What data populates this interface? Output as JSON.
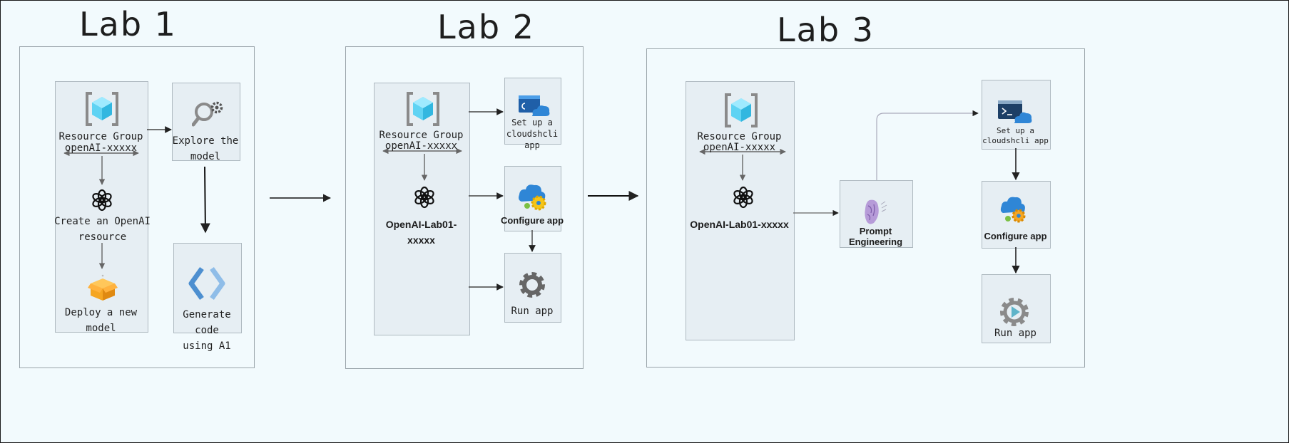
{
  "labs": [
    {
      "title": "Lab 1",
      "resource_group": {
        "label": "Resource Group",
        "name": "openAI-xxxxx"
      },
      "create": "Create an OpenAI\nresource",
      "deploy": "Deploy a new\nmodel",
      "explore": "Explore the\nmodel",
      "generate": "Generate code\nusing A1"
    },
    {
      "title": "Lab 2",
      "resource_group": {
        "label": "Resource Group",
        "name": "openAI-xxxxx"
      },
      "openai_name": "OpenAI-Lab01-xxxxx",
      "setup": "Set up a\ncloudshcli app",
      "configure": "Configure app",
      "run": "Run app"
    },
    {
      "title": "Lab 3",
      "resource_group": {
        "label": "Resource Group",
        "name": "openAI-xxxxx"
      },
      "openai_name": "OpenAI-Lab01-xxxxx",
      "prompt": "Prompt\nEngineering",
      "setup": "Set up a\ncloudshcli app",
      "configure": "Configure app",
      "run": "Run app"
    }
  ],
  "icons": {
    "resource_group": "resource-group-icon",
    "openai": "openai-logo-icon",
    "deploy": "package-box-icon",
    "explore": "magnifier-gear-icon",
    "code": "code-brackets-icon",
    "cloud_shell": "cloud-shell-icon",
    "configure": "cloud-gear-icon",
    "run": "gear-icon",
    "prompt": "prompt-engineering-icon"
  },
  "colors": {
    "background": "#f2fafd",
    "panel": "#e6eef3",
    "frame_border": "#9aa4aa",
    "azure_blue": "#2f86d6",
    "cube_cyan": "#5fd3f3",
    "bracket_gray": "#8a8a8a",
    "box_orange": "#f5a623",
    "prompt_purple": "#9b7cc7"
  }
}
